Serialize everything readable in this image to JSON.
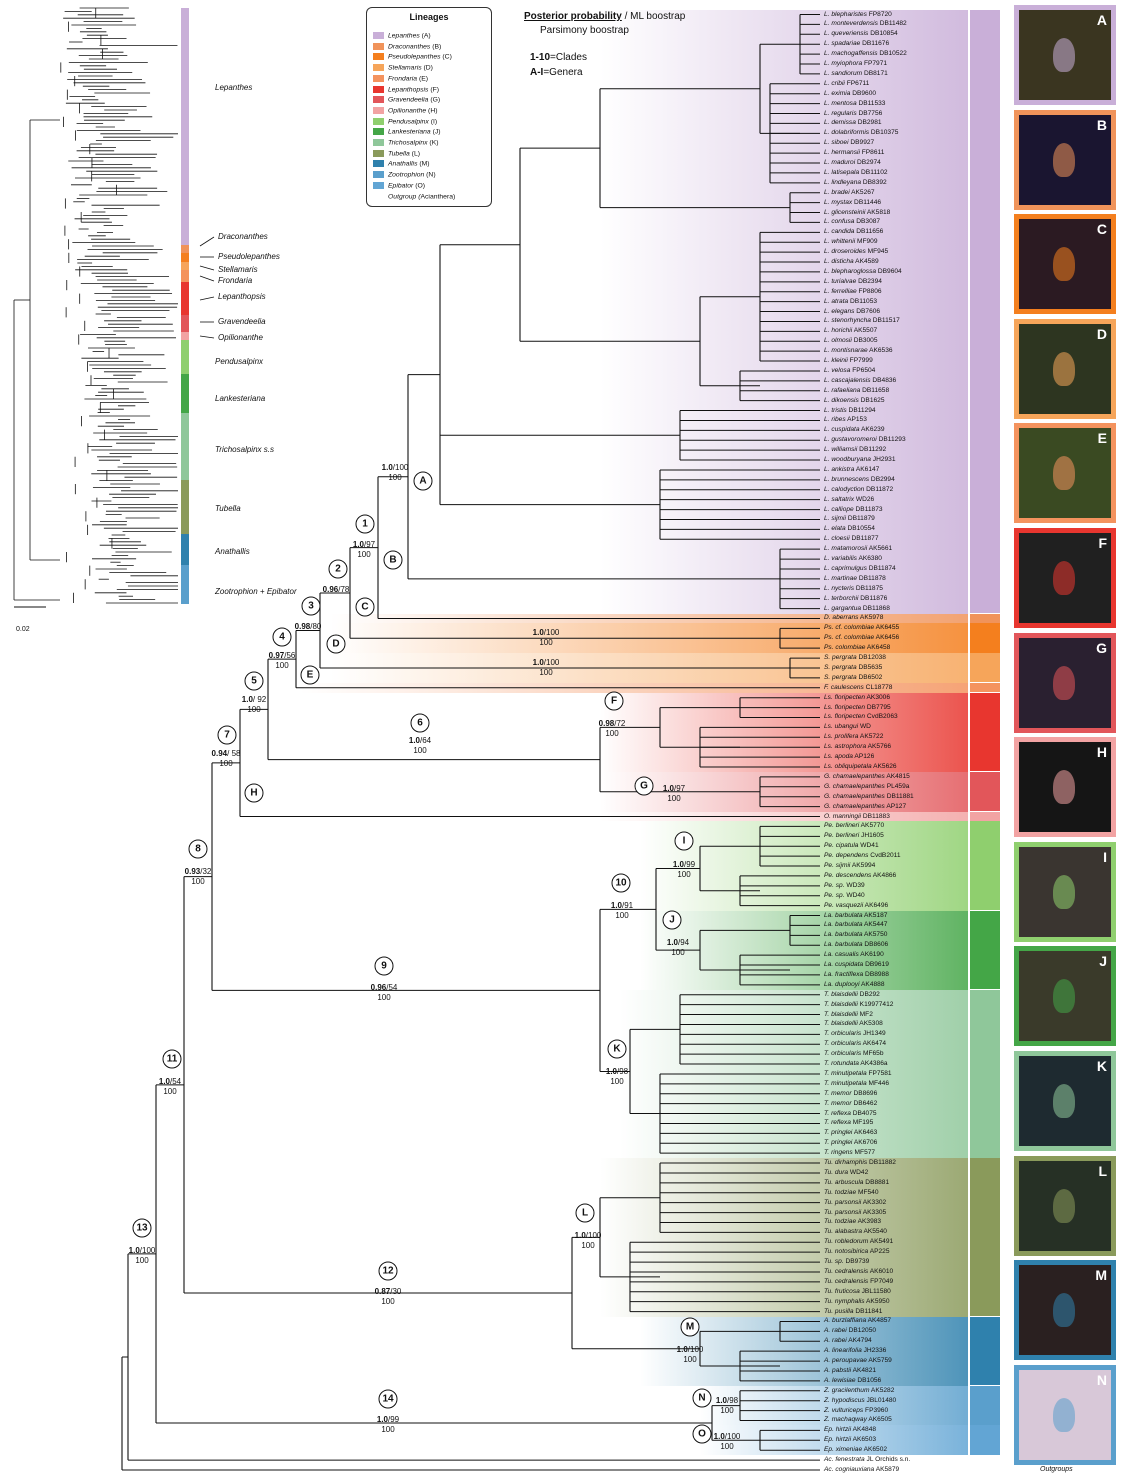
{
  "header": {
    "pp_label": "Posterior probability",
    "ml_label": " / ML boostrap",
    "parsimony": "Parsimony boostrap",
    "clades_key_num": "1-10",
    "clades_key": "=Clades",
    "genera_key_num": "A-I",
    "genera_key": "=Genera"
  },
  "legend": {
    "title": "Lineages",
    "items": [
      {
        "name": "Lepanthes",
        "code": " (A)",
        "color": "#c9afd8"
      },
      {
        "name": "Draconanthes",
        "code": " (B)",
        "color": "#f0935a"
      },
      {
        "name": "Pseudolepanthes",
        "code": " (C)",
        "color": "#f47f1e"
      },
      {
        "name": "Stellamaris",
        "code": " (D)",
        "color": "#f6a55a"
      },
      {
        "name": "Frondaria",
        "code": " (E)",
        "color": "#f4935e"
      },
      {
        "name": "Lepanthopsis",
        "code": " (F)",
        "color": "#e8362f"
      },
      {
        "name": "Gravendeelia",
        "code": " (G)",
        "color": "#e2565a"
      },
      {
        "name": "Opilionanthe",
        "code": " (H)",
        "color": "#f2a3a3"
      },
      {
        "name": "Pendusalpinx",
        "code": " (I)",
        "color": "#8fcf6e"
      },
      {
        "name": "Lankesteriana",
        "code": " (J)",
        "color": "#44a647"
      },
      {
        "name": "Trichosalpinx",
        "code": " (K)",
        "color": "#8fc79a"
      },
      {
        "name": "Tubella",
        "code": " (L)",
        "color": "#8a9a5b"
      },
      {
        "name": "Anathallis",
        "code": " (M)",
        "color": "#2f81ad"
      },
      {
        "name": "Zootrophion",
        "code": " (N)",
        "color": "#5a9fcc"
      },
      {
        "name": "Epibator",
        "code": " (O)",
        "color": "#62a5d4"
      },
      {
        "name": "Outgroup (",
        "code": "Acianthera)",
        "color": "#ffffff"
      }
    ]
  },
  "mini_tree": {
    "scale": "0.02",
    "labels": [
      "Lepanthes",
      "Draconanthes",
      "Pseudolepanthes",
      "Stellamaris",
      "Frondaria",
      "Lepanthopsis",
      "Gravendeelia",
      "Opilionanthe",
      "Pendusalpinx",
      "Lankesteriana",
      "Trichosalpinx s.s",
      "Tubella",
      "Anathallis",
      "Zootrophion + Epibator"
    ]
  },
  "nodes": [
    {
      "id": "1",
      "pp": "1.0",
      "ml": "/97",
      "pars": "100"
    },
    {
      "id": "2",
      "pp": "0.96",
      "ml": "/78",
      "pars": ""
    },
    {
      "id": "3",
      "pp": "0.98",
      "ml": "/80",
      "pars": ""
    },
    {
      "id": "4",
      "pp": "0.97",
      "ml": "/56",
      "pars": "100"
    },
    {
      "id": "5",
      "pp": "1.0",
      "ml": "/ 92",
      "pars": "100"
    },
    {
      "id": "6",
      "pp": "1.0",
      "ml": "/64",
      "pars": "100"
    },
    {
      "id": "7",
      "pp": "0.94",
      "ml": "/ 58",
      "pars": "100"
    },
    {
      "id": "8",
      "pp": "0.93",
      "ml": "/32",
      "pars": "100"
    },
    {
      "id": "9",
      "pp": "0.96",
      "ml": "/54",
      "pars": "100"
    },
    {
      "id": "10",
      "pp": "1.0",
      "ml": "/91",
      "pars": "100"
    },
    {
      "id": "11",
      "pp": "1.0",
      "ml": "/54",
      "pars": "100"
    },
    {
      "id": "12",
      "pp": "0.87",
      "ml": "/30",
      "pars": "100"
    },
    {
      "id": "13",
      "pp": "1.0",
      "ml": "/100",
      "pars": "100"
    },
    {
      "id": "14",
      "pp": "1.0",
      "ml": "/99",
      "pars": "100"
    },
    {
      "id": "A",
      "pp": "1.0",
      "ml": "/100",
      "pars": "100"
    },
    {
      "id": "DC",
      "pp": "1.0",
      "ml": "/100",
      "pars": "100"
    },
    {
      "id": "S",
      "pp": "1.0",
      "ml": "/100",
      "pars": "100"
    },
    {
      "id": "F",
      "pp": "0.98",
      "ml": "/72",
      "pars": "100"
    },
    {
      "id": "G",
      "pp": "1.0",
      "ml": "/97",
      "pars": "100"
    },
    {
      "id": "I",
      "pp": "1.0",
      "ml": "/99",
      "pars": "100"
    },
    {
      "id": "J",
      "pp": "1.0",
      "ml": "/94",
      "pars": "100"
    },
    {
      "id": "K",
      "pp": "1.0",
      "ml": "/98",
      "pars": "100"
    },
    {
      "id": "L",
      "pp": "1.0",
      "ml": "/100",
      "pars": "100"
    },
    {
      "id": "M",
      "pp": "1.0",
      "ml": "/100",
      "pars": "100"
    },
    {
      "id": "N",
      "pp": "1.0",
      "ml": "/98",
      "pars": "100"
    },
    {
      "id": "O",
      "pp": "1.0",
      "ml": "/100",
      "pars": "100"
    }
  ],
  "node_letters": [
    "A",
    "B",
    "C",
    "D",
    "E",
    "F",
    "G",
    "H",
    "I",
    "J",
    "K",
    "L",
    "M",
    "N",
    "O"
  ],
  "taxa": [
    "L. blepharistes FP8720",
    "L. monteverdensis DB11482",
    "L. queveriensis DB10854",
    "L. spadariae DB11676",
    "L. machogaffensis DB10522",
    "L. myiophora FP7971",
    "L. sandiorum DB8171",
    "L. cribii FP6711",
    "L. eximia DB9600",
    "L. mentosa DB11533",
    "L. regularis DB7756",
    "L. demissa DB2981",
    "L. dolabriformis DB10375",
    "L. siboei DB9927",
    "L. hermansii FP8611",
    "L. maduroi DB2974",
    "L. latisepala DB11102",
    "L. lindleyana DB8392",
    "L. bradei AK5267",
    "L. mystax DB11446",
    "L. glicensteinii AK5818",
    "L. confusa DB3087",
    "L. candida DB11656",
    "L. whittenii MF909",
    "L. droseroides MF945",
    "L. disticha AK4589",
    "L. blepharoglossa DB9604",
    "L. turialvae DB2394",
    "L. ferrelliae FP8806",
    "L. atrata DB11053",
    "L. elegans DB7606",
    "L. stenorhyncha DB11517",
    "L. horichii AK5507",
    "L. olmosii DB3005",
    "L. montisnarae AK6536",
    "L. kleinii FP7999",
    "L. velosa FP6504",
    "L. cascajalensis DB4836",
    "L. rafaeliana DB11658",
    "L. dikoensis DB1625",
    "L. tristis DB11294",
    "L. ribes AP153",
    "L. cuspidata AK6239",
    "L. gustavoromeroi DB11293",
    "L. williamsii DB11292",
    "L. woodburyana JH2931",
    "L. ankistra AK6147",
    "L. brunnescens DB2994",
    "L. calodyction DB11872",
    "L. saltatrix WD26",
    "L. calliope DB11873",
    "L. sijmii DB11879",
    "L. elata DB10554",
    "L. cloesii DB11877",
    "L. matamorosii AK5661",
    "L. variabilis AK6380",
    "L. caprimulgus DB11874",
    "L. martinae DB11878",
    "L. nycteris DB11875",
    "L. terborchii DB11876",
    "L. gargantua DB11868",
    "D. aberrans AK5978",
    "Ps. cf. colombiae AK6455",
    "Ps. cf. colombiae AK6456",
    "Ps. colombiae AK6458",
    "S. pergrata DB12038",
    "S. pergrata DB5635",
    "S. pergrata DB6502",
    "F. caulescens CL18778",
    "Ls. floripecten AK3006",
    "Ls. floripecten DB7795",
    "Ls. floripecten CvdB2063",
    "Ls. ubangui WD",
    "Ls. prolifera AK5722",
    "Ls. astrophora AK5766",
    "Ls. apoda AP126",
    "Ls. obliquipetala AK5626",
    "G. chamaelepanthes AK4815",
    "G. chamaelepanthes PL459a",
    "G. chamaelepanthes DB11881",
    "G. chamaelepanthes AP127",
    "O. manningii DB11883",
    "Pe. berlineri AK5770",
    "Pe. berlineri JH1605",
    "Pe. cipatula WD41",
    "Pe. dependens CvdB2011",
    "Pe. sijmii AK5994",
    "Pe. descendens AK4866",
    "Pe. sp. WD39",
    "Pe. sp. WD40",
    "Pe. vasquezii AK6496",
    "La. barbulata AK5187",
    "La. barbulata AK5447",
    "La. barbulata AK5750",
    "La. barbulata DB8606",
    "La. casualis AK6190",
    "La. cuspidata DB9619",
    "La. fractiflexa DB8988",
    "La. duplooyi AK4888",
    "T. blaisdellii DB292",
    "T. blaisdellii K19977412",
    "T. blaisdellii MF2",
    "T. blaisdellii AK5308",
    "T. orbicularis JH1349",
    "T. orbicularis AK6474",
    "T. orbicularis MF65b",
    "T. rotundata AK4386a",
    "T. minutipetala FP7581",
    "T. minutipetala MF446",
    "T. memor DB8696",
    "T. memor DB6462",
    "T. reflexa DB4075",
    "T. reflexa MF195",
    "T. pringlei AK6463",
    "T. pringlei AK6706",
    "T. ringens MF577",
    "Tu. dirhamphis DB11882",
    "Tu. dura WD42",
    "Tu. arbuscula DB8881",
    "Tu. todziae MF540",
    "Tu. parsonsii AK3302",
    "Tu. parsonsii AK3305",
    "Tu. todziae AK3983",
    "Tu. alabastra AK5540",
    "Tu. robledorum AK5491",
    "Tu. notosibirica AP225",
    "Tu. sp. DB9739",
    "Tu. cedralensis AK6010",
    "Tu. cedralensis FP7049",
    "Tu. fruticosa JBL11580",
    "Tu. nymphalis AK5950",
    "Tu. pusilla DB11841",
    "A. burzlaffiana AK4857",
    "A. rabei DB12050",
    "A. rabei AK4794",
    "A. linearifolia JH2336",
    "A. peroupavae AK5759",
    "A. pabstii AK4821",
    "A. lewisiae DB1056",
    "Z. gracilenthum AK5282",
    "Z. hypodiscus JBL01480",
    "Z. vulturiceps FP3960",
    "Z. machaqway AK6505",
    "Ep. hirtzii AK4848",
    "Ep. hirtzii AK6503",
    "Ep. ximeniae AK6502",
    "Ac. fenestrata JL Orchids s.n.",
    "Ac. cogniauxiana AK5879"
  ],
  "photos": [
    "A",
    "B",
    "C",
    "D",
    "E",
    "F",
    "G",
    "H",
    "I",
    "J",
    "K",
    "L",
    "M",
    "N"
  ],
  "outgroups_label": "Outgroups"
}
